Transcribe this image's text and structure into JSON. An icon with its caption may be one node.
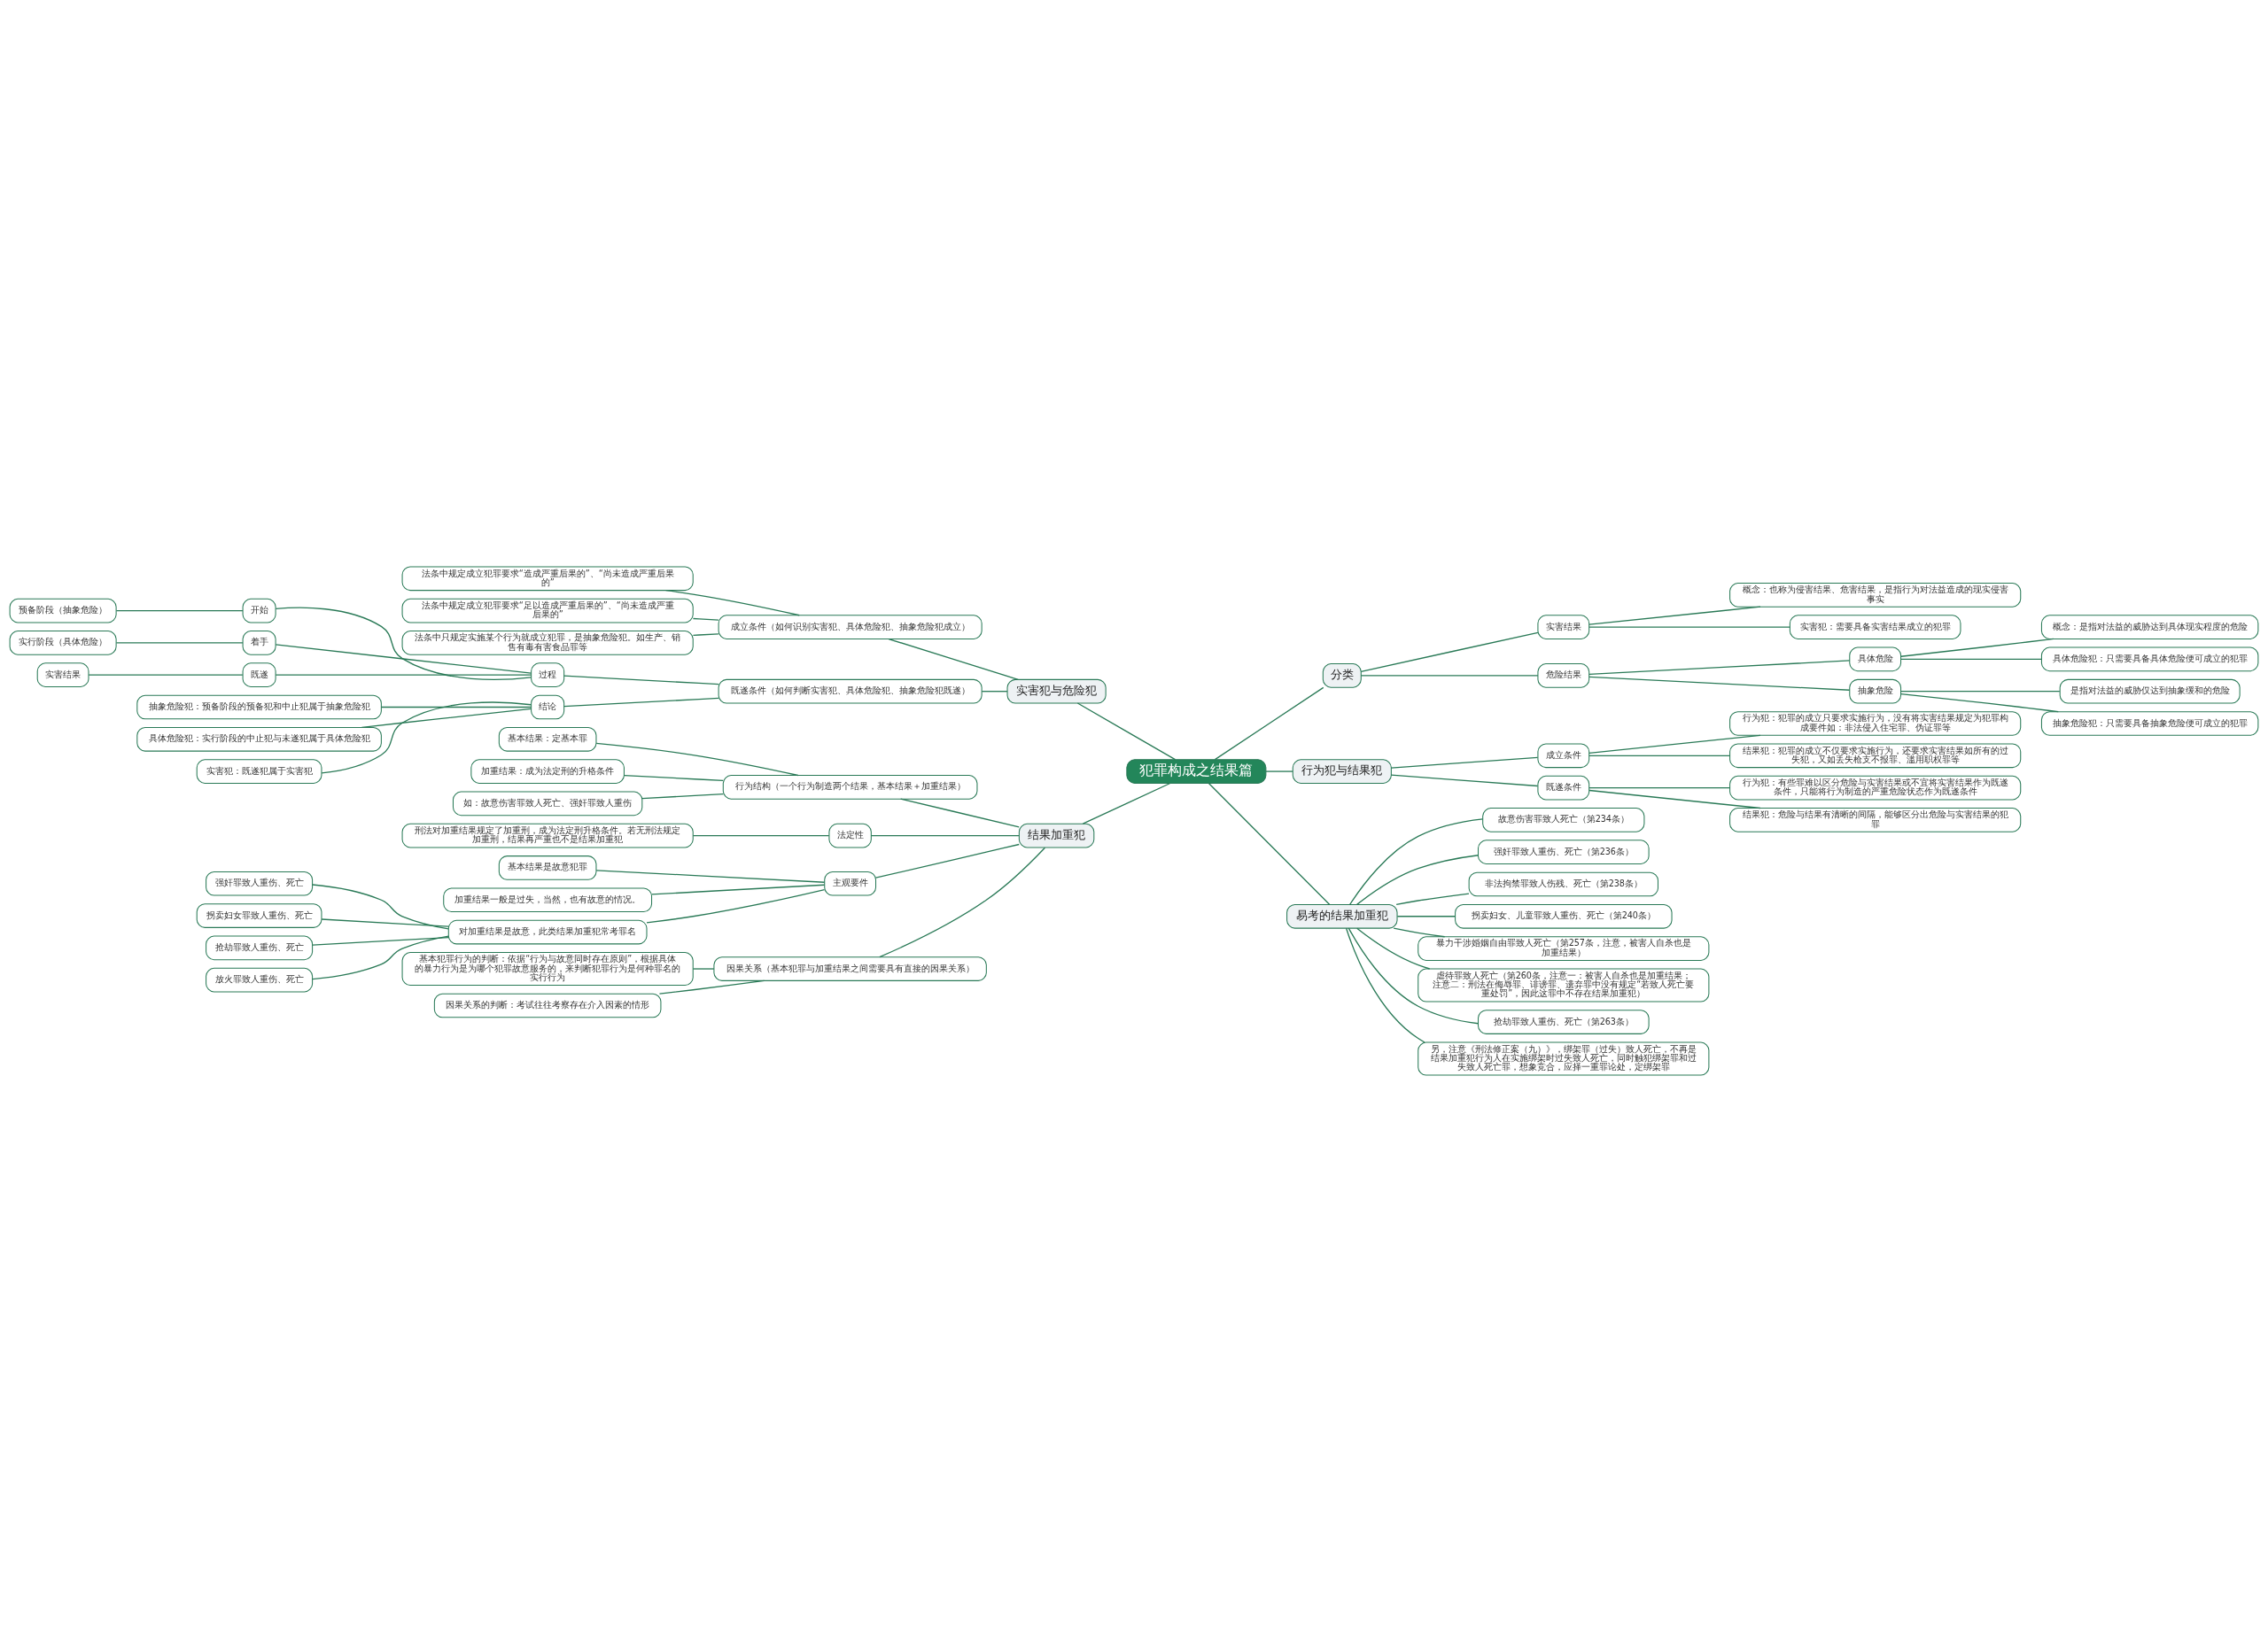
{
  "diagram": {
    "nodes": [
      {
        "text": [
          "犯罪构成之结果篇"
        ]
      },
      {
        "text": [
          "实害犯与危险犯"
        ]
      },
      {
        "text": [
          "成立条件（如何识别实害犯、具体危险犯、抽象危险犯成立）"
        ]
      },
      {
        "text": [
          "法条中规定成立犯罪要求“造成严重后果的”、“尚未造成严重后果的”"
        ]
      },
      {
        "text": [
          "法条中规定成立犯罪要求“足以造成严重后果的”、“尚未造成严重后果的”"
        ]
      },
      {
        "text": [
          "法条中只规定实施某个行为就成立犯罪，是抽象危险犯。如生产、销售有毒有害食品罪等"
        ]
      },
      {
        "text": [
          "既遂条件（如何判断实害犯、具体危险犯、抽象危险犯既遂）"
        ]
      },
      {
        "text": [
          "过程"
        ]
      },
      {
        "text": [
          "开始"
        ]
      },
      {
        "text": [
          "预备阶段（抽象危险）"
        ]
      },
      {
        "text": [
          "着手"
        ]
      },
      {
        "text": [
          "实行阶段（具体危险）"
        ]
      },
      {
        "text": [
          "既遂"
        ]
      },
      {
        "text": [
          "实害结果"
        ]
      },
      {
        "text": [
          "结论"
        ]
      },
      {
        "text": [
          "抽象危险犯：预备阶段的预备犯和中止犯属于抽象危险犯"
        ]
      },
      {
        "text": [
          "具体危险犯：实行阶段的中止犯与未遂犯属于具体危险犯"
        ]
      },
      {
        "text": [
          "实害犯：既遂犯属于实害犯"
        ]
      },
      {
        "text": [
          "结果加重犯"
        ]
      },
      {
        "text": [
          "行为结构（一个行为制造两个结果，基本结果＋加重结果）"
        ]
      },
      {
        "text": [
          "基本结果：定基本罪"
        ]
      },
      {
        "text": [
          "加重结果：成为法定刑的升格条件"
        ]
      },
      {
        "text": [
          "如：故意伤害罪致人死亡、强奸罪致人重伤"
        ]
      },
      {
        "text": [
          "法定性"
        ]
      },
      {
        "text": [
          "刑法对加重结果规定了加重刑，成为法定刑升格条件。若无刑法规定加重刑，结果再严重也不是结果加重犯"
        ]
      },
      {
        "text": [
          "主观要件"
        ]
      },
      {
        "text": [
          "基本结果是故意犯罪"
        ]
      },
      {
        "text": [
          "加重结果一般是过失，当然，也有故意的情况。"
        ]
      },
      {
        "text": [
          "对加重结果是故意，此类结果加重犯常考罪名"
        ]
      },
      {
        "text": [
          "强奸罪致人重伤、死亡"
        ]
      },
      {
        "text": [
          "拐卖妇女罪致人重伤、死亡"
        ]
      },
      {
        "text": [
          "抢劫罪致人重伤、死亡"
        ]
      },
      {
        "text": [
          "放火罪致人重伤、死亡"
        ]
      },
      {
        "text": [
          "因果关系（基本犯罪与加重结果之间需要具有直接的因果关系）"
        ]
      },
      {
        "text": [
          "基本犯罪行为的判断：依据“行为与故意同时存在原则”，根据具体的暴力行为是为哪个犯罪故意服务的，来判断犯罪行为是何种罪名的实行行为"
        ]
      },
      {
        "text": [
          "因果关系的判断：考试往往考察存在介入因素的情形"
        ]
      },
      {
        "text": [
          "分类"
        ]
      },
      {
        "text": [
          "实害结果"
        ]
      },
      {
        "text": [
          "概念：也称为侵害结果、危害结果，是指行为对法益造成的现实侵害事实"
        ]
      },
      {
        "text": [
          "实害犯：需要具备实害结果成立的犯罪"
        ]
      },
      {
        "text": [
          "危险结果"
        ]
      },
      {
        "text": [
          "具体危险"
        ]
      },
      {
        "text": [
          "概念：是指对法益的威胁达到具体现实程度的危险"
        ]
      },
      {
        "text": [
          "具体危险犯：只需要具备具体危险便可成立的犯罪"
        ]
      },
      {
        "text": [
          "抽象危险"
        ]
      },
      {
        "text": [
          "是指对法益的威胁仅达到抽象缓和的危险"
        ]
      },
      {
        "text": [
          "抽象危险犯：只需要具备抽象危险便可成立的犯罪"
        ]
      },
      {
        "text": [
          "行为犯与结果犯"
        ]
      },
      {
        "text": [
          "成立条件"
        ]
      },
      {
        "text": [
          "行为犯：犯罪的成立只要求实施行为，没有将实害结果规定为犯罪构成要件如：非法侵入住宅罪、伪证罪等"
        ]
      },
      {
        "text": [
          "结果犯：犯罪的成立不仅要求实施行为，还要求实害结果如所有的过失犯，又如丢失枪支不报罪、滥用职权罪等"
        ]
      },
      {
        "text": [
          "既遂条件"
        ]
      },
      {
        "text": [
          "行为犯：有些罪难以区分危险与实害结果或不宜将实害结果作为既遂条件，只能将行为制造的严重危险状态作为既遂条件"
        ]
      },
      {
        "text": [
          "结果犯：危险与结果有清晰的间隔，能够区分出危险与实害结果的犯罪"
        ]
      },
      {
        "text": [
          "易考的结果加重犯"
        ]
      },
      {
        "text": [
          "故意伤害罪致人死亡（第234条）"
        ]
      },
      {
        "text": [
          "强奸罪致人重伤、死亡（第236条）"
        ]
      },
      {
        "text": [
          "非法拘禁罪致人伤残、死亡（第238条）"
        ]
      },
      {
        "text": [
          "拐卖妇女、儿童罪致人重伤、死亡（第240条）"
        ]
      },
      {
        "text": [
          "暴力干涉婚姻自由罪致人死亡（第257条，注意，被害人自杀也是加重结果）"
        ]
      },
      {
        "text": [
          "虐待罪致人死亡（第260条，注意一：被害人自杀也是加重结果；注意二：刑法在侮辱罪、诽谤罪、遗弃罪中没有规定“若致人死亡要重处罚”，因此这罪中不存在结果加重犯）"
        ]
      },
      {
        "text": [
          "抢劫罪致人重伤、死亡（第263条）"
        ]
      },
      {
        "text": [
          "另，注意《刑法修正案（九）》，绑架罪（过失）致人死亡，不再是结果加重犯行为人在实施绑架时过失致人死亡，同时触犯绑架罪和过失致人死亡罪，想象竞合，应择一重罪论处，定绑架罪"
        ]
      }
    ],
    "edges": [
      {
        "from": 1,
        "to": 0,
        "arrow": "none"
      },
      {
        "from": 2,
        "to": 1,
        "arrow": "none"
      },
      {
        "from": 3,
        "to": 2,
        "arrow": "none"
      },
      {
        "from": 4,
        "to": 2,
        "arrow": "none"
      },
      {
        "from": 5,
        "to": 2,
        "arrow": "none"
      },
      {
        "from": 6,
        "to": 1,
        "arrow": "none"
      },
      {
        "from": 7,
        "to": 6,
        "arrow": "none"
      },
      {
        "from": 8,
        "to": 7,
        "arrow": "none"
      },
      {
        "from": 9,
        "to": 8,
        "arrow": "none"
      },
      {
        "from": 10,
        "to": 7,
        "arrow": "none"
      },
      {
        "from": 11,
        "to": 10,
        "arrow": "none"
      },
      {
        "from": 12,
        "to": 7,
        "arrow": "none"
      },
      {
        "from": 13,
        "to": 12,
        "arrow": "none"
      },
      {
        "from": 14,
        "to": 6,
        "arrow": "none"
      },
      {
        "from": 15,
        "to": 14,
        "arrow": "none"
      },
      {
        "from": 16,
        "to": 14,
        "arrow": "none"
      },
      {
        "from": 17,
        "to": 14,
        "arrow": "none"
      },
      {
        "from": 18,
        "to": 0,
        "arrow": "none"
      },
      {
        "from": 19,
        "to": 18,
        "arrow": "none"
      },
      {
        "from": 20,
        "to": 19,
        "arrow": "none"
      },
      {
        "from": 21,
        "to": 19,
        "arrow": "none"
      },
      {
        "from": 22,
        "to": 19,
        "arrow": "none"
      },
      {
        "from": 23,
        "to": 18,
        "arrow": "none"
      },
      {
        "from": 24,
        "to": 23,
        "arrow": "none"
      },
      {
        "from": 25,
        "to": 18,
        "arrow": "none"
      },
      {
        "from": 26,
        "to": 25,
        "arrow": "none"
      },
      {
        "from": 27,
        "to": 25,
        "arrow": "none"
      },
      {
        "from": 28,
        "to": 25,
        "arrow": "none"
      },
      {
        "from": 29,
        "to": 28,
        "arrow": "none"
      },
      {
        "from": 30,
        "to": 28,
        "arrow": "none"
      },
      {
        "from": 31,
        "to": 28,
        "arrow": "none"
      },
      {
        "from": 32,
        "to": 28,
        "arrow": "none"
      },
      {
        "from": 33,
        "to": 18,
        "arrow": "none"
      },
      {
        "from": 34,
        "to": 33,
        "arrow": "none"
      },
      {
        "from": 35,
        "to": 33,
        "arrow": "none"
      },
      {
        "from": 0,
        "to": 36,
        "arrow": "none"
      },
      {
        "from": 36,
        "to": 37,
        "arrow": "none"
      },
      {
        "from": 37,
        "to": 38,
        "arrow": "none"
      },
      {
        "from": 37,
        "to": 39,
        "arrow": "none"
      },
      {
        "from": 36,
        "to": 40,
        "arrow": "none"
      },
      {
        "from": 40,
        "to": 41,
        "arrow": "none"
      },
      {
        "from": 41,
        "to": 42,
        "arrow": "none"
      },
      {
        "from": 41,
        "to": 43,
        "arrow": "none"
      },
      {
        "from": 40,
        "to": 44,
        "arrow": "none"
      },
      {
        "from": 44,
        "to": 45,
        "arrow": "none"
      },
      {
        "from": 44,
        "to": 46,
        "arrow": "none"
      },
      {
        "from": 0,
        "to": 47,
        "arrow": "none"
      },
      {
        "from": 47,
        "to": 48,
        "arrow": "none"
      },
      {
        "from": 48,
        "to": 49,
        "arrow": "none"
      },
      {
        "from": 48,
        "to": 50,
        "arrow": "none"
      },
      {
        "from": 47,
        "to": 51,
        "arrow": "none"
      },
      {
        "from": 51,
        "to": 52,
        "arrow": "none"
      },
      {
        "from": 51,
        "to": 53,
        "arrow": "none"
      },
      {
        "from": 0,
        "to": 54,
        "arrow": "none"
      },
      {
        "from": 54,
        "to": 55,
        "arrow": "none"
      },
      {
        "from": 54,
        "to": 56,
        "arrow": "none"
      },
      {
        "from": 54,
        "to": 57,
        "arrow": "none"
      },
      {
        "from": 54,
        "to": 58,
        "arrow": "none"
      },
      {
        "from": 54,
        "to": 59,
        "arrow": "none"
      },
      {
        "from": 54,
        "to": 60,
        "arrow": "none"
      },
      {
        "from": 54,
        "to": 61,
        "arrow": "none"
      },
      {
        "from": 54,
        "to": 62,
        "arrow": "none"
      }
    ]
  }
}
